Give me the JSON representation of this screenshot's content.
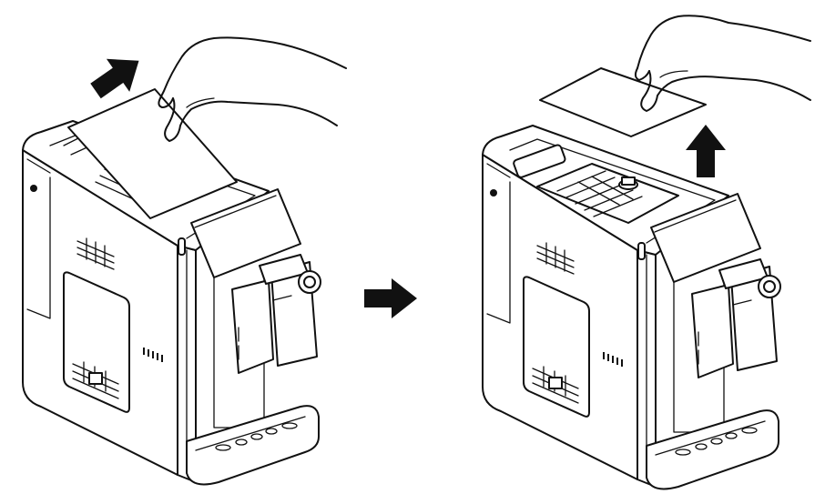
{
  "figure": {
    "steps": [
      {
        "id": "step-1",
        "action": "slide-cover-off",
        "arrow_direction": "up-right"
      },
      {
        "id": "step-2",
        "action": "lift-cover-up",
        "arrow_direction": "up"
      }
    ],
    "transition_arrow_direction": "right"
  },
  "colors": {
    "line": "#111111",
    "background": "#ffffff",
    "arrow": "#111111"
  },
  "icons": [
    "hand-icon",
    "arrow-up-right-icon",
    "arrow-right-icon",
    "arrow-up-icon",
    "coffee-machine-icon",
    "cover-panel-icon"
  ]
}
